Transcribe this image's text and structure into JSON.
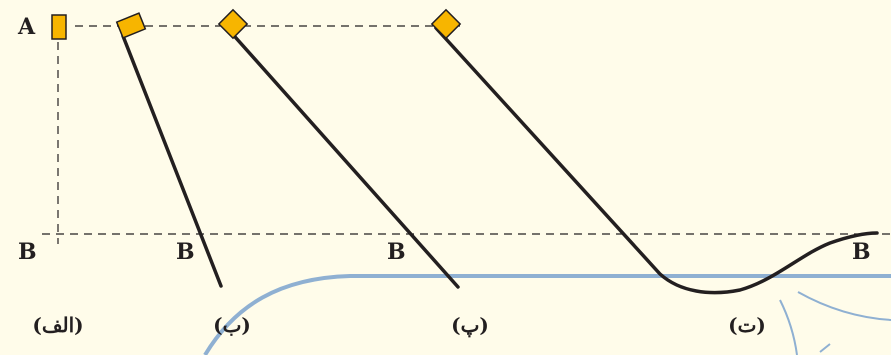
{
  "labels": {
    "point_a": "A",
    "point_b": "B"
  },
  "captions": {
    "alef": "(الف)",
    "be": "(ب)",
    "pe": "(پ)",
    "te": "(ت)"
  },
  "colors": {
    "background": "#fffcea",
    "block": "#f7b500",
    "rod": "#231f20",
    "water_surface": "#8fb0d2"
  }
}
